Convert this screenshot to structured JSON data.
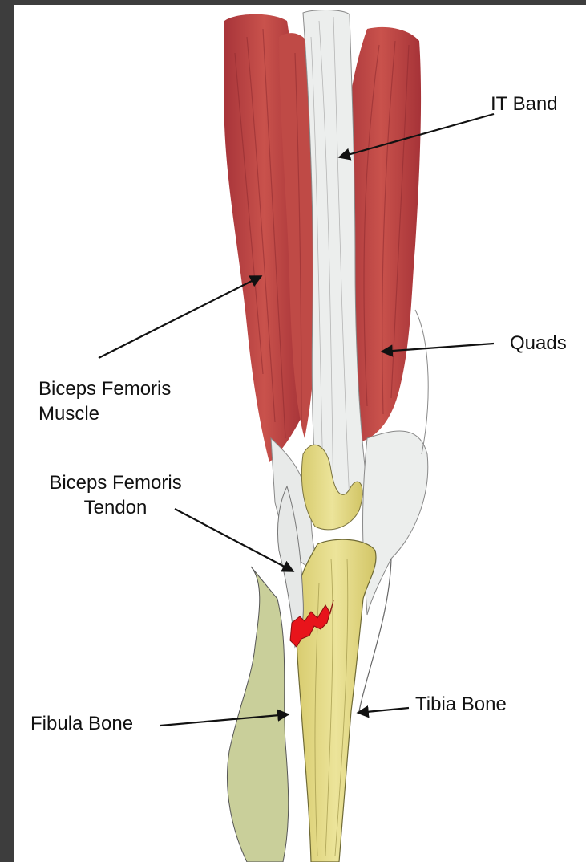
{
  "labels": {
    "it_band": "IT Band",
    "quads": "Quads",
    "biceps_muscle_line1": "Biceps Femoris",
    "biceps_muscle_line2": "Muscle",
    "biceps_tendon_line1": "Biceps Femoris",
    "biceps_tendon_line2": "Tendon",
    "tibia": "Tibia Bone",
    "fibula": "Fibula Bone"
  },
  "colors": {
    "background_border": "#3d3d3d",
    "muscle": "#b9403f",
    "muscle_light": "#d46a63",
    "tendon": "#eceeed",
    "bone": "#e3d989",
    "fibula_fill": "#c9cf9a",
    "tear": "#e8141b",
    "arrow": "#111111"
  }
}
